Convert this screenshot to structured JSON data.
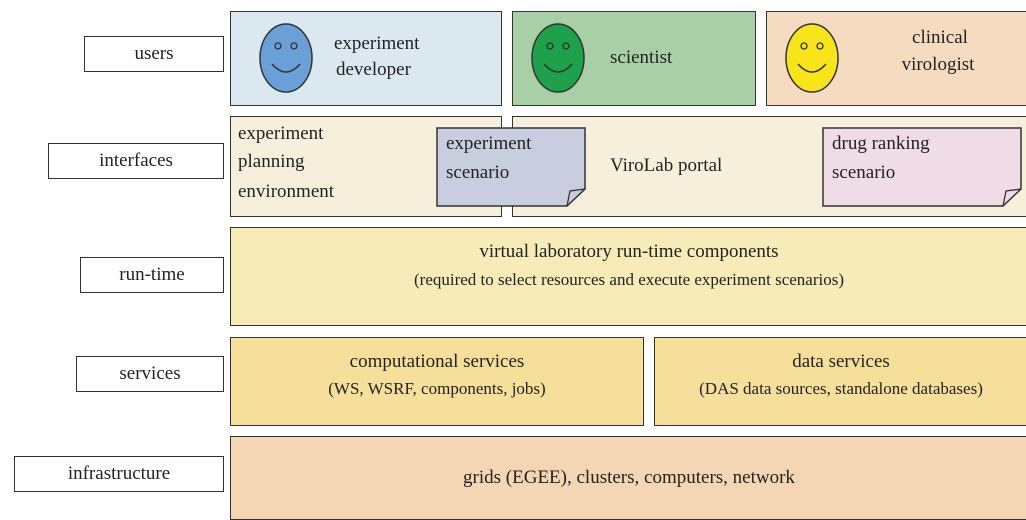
{
  "layers": {
    "users": "users",
    "interfaces": "interfaces",
    "runtime": "run-time",
    "services": "services",
    "infrastructure": "infrastructure"
  },
  "users": {
    "developer": [
      "experiment",
      "developer"
    ],
    "scientist": "scientist",
    "virologist": [
      "clinical",
      "virologist"
    ]
  },
  "interfaces": {
    "planning": [
      "experiment",
      "planning",
      "environment"
    ],
    "scenario_note": [
      "experiment",
      "scenario"
    ],
    "portal": "ViroLab portal",
    "drug_note": [
      "drug ranking",
      "scenario"
    ]
  },
  "runtime": {
    "title": "virtual laboratory run-time components",
    "subtitle": "(required to select resources and execute experiment scenarios)"
  },
  "services": {
    "computational_title": "computational services",
    "computational_sub": "(WS, WSRF, components, jobs)",
    "data_title": "data services",
    "data_sub": "(DAS data sources, standalone databases)"
  },
  "infrastructure": {
    "text": "grids (EGEE), clusters, computers, network"
  },
  "colors": {
    "developer_bg": "#dbe8f0",
    "scientist_bg": "#a9cfa7",
    "virologist_bg": "#f5dcc0",
    "interfaces_bg": "#f6efdc",
    "runtime_bg": "#f7ebb8",
    "services_bg": "#f6df9b",
    "infra_bg": "#f5d6b4",
    "scenario_note": "#c9cde0",
    "drug_note": "#efdce6",
    "face_blue": "#6a9fd8",
    "face_green": "#1fa04a",
    "face_yellow": "#f7e41a"
  }
}
